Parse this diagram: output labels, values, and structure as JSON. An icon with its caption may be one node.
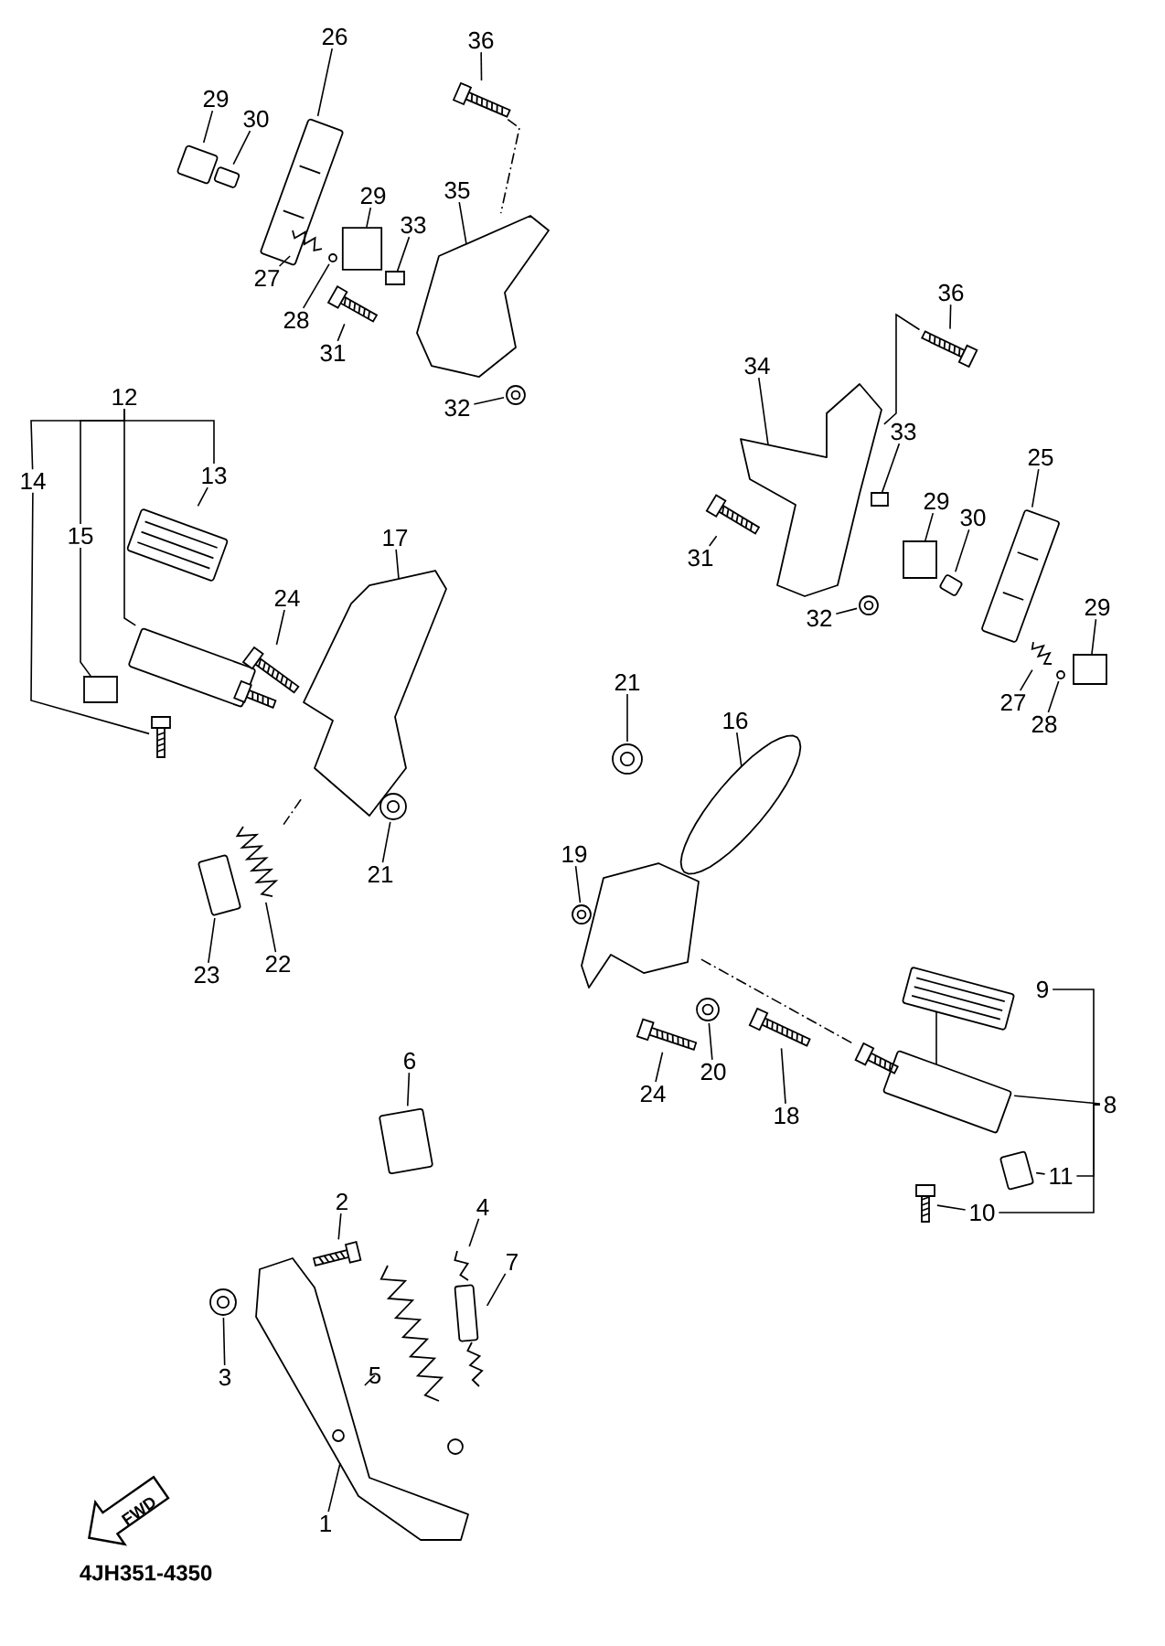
{
  "diagram": {
    "nodes": [
      {
        "text": [
          "26"
        ]
      },
      {
        "text": [
          "29"
        ]
      },
      {
        "text": [
          "30"
        ]
      },
      {
        "text": [
          "36"
        ]
      },
      {
        "text": [
          "29"
        ]
      },
      {
        "text": [
          "35"
        ]
      },
      {
        "text": [
          "33"
        ]
      },
      {
        "text": [
          "27"
        ]
      },
      {
        "text": [
          "28"
        ]
      },
      {
        "text": [
          "31"
        ]
      },
      {
        "text": [
          "32"
        ]
      },
      {
        "text": [
          "36"
        ]
      },
      {
        "text": [
          "34"
        ]
      },
      {
        "text": [
          "33"
        ]
      },
      {
        "text": [
          "31"
        ]
      },
      {
        "text": [
          "29"
        ]
      },
      {
        "text": [
          "30"
        ]
      },
      {
        "text": [
          "25"
        ]
      },
      {
        "text": [
          "29"
        ]
      },
      {
        "text": [
          "27"
        ]
      },
      {
        "text": [
          "28"
        ]
      },
      {
        "text": [
          "32"
        ]
      },
      {
        "text": [
          "12"
        ]
      },
      {
        "text": [
          "14"
        ]
      },
      {
        "text": [
          "13"
        ]
      },
      {
        "text": [
          "15"
        ]
      },
      {
        "text": [
          "17"
        ]
      },
      {
        "text": [
          "24"
        ]
      },
      {
        "text": [
          "21"
        ]
      },
      {
        "text": [
          "23"
        ]
      },
      {
        "text": [
          "22"
        ]
      },
      {
        "text": [
          "21"
        ]
      },
      {
        "text": [
          "16"
        ]
      },
      {
        "text": [
          "19"
        ]
      },
      {
        "text": [
          "24"
        ]
      },
      {
        "text": [
          "20"
        ]
      },
      {
        "text": [
          "18"
        ]
      },
      {
        "text": [
          "9"
        ]
      },
      {
        "text": [
          "8"
        ]
      },
      {
        "text": [
          "11"
        ]
      },
      {
        "text": [
          "10"
        ]
      },
      {
        "text": [
          "6"
        ]
      },
      {
        "text": [
          "2"
        ]
      },
      {
        "text": [
          "4"
        ]
      },
      {
        "text": [
          "7"
        ]
      },
      {
        "text": [
          "5"
        ]
      },
      {
        "text": [
          "3"
        ]
      },
      {
        "text": [
          "1"
        ]
      },
      {
        "text": [],
        "shape": "picture"
      },
      {
        "text": [],
        "shape": "picture"
      },
      {
        "text": [],
        "shape": "picture"
      },
      {
        "text": [],
        "shape": "picture"
      },
      {
        "text": [],
        "shape": "box"
      },
      {
        "text": [],
        "shape": "picture"
      },
      {
        "text": [],
        "shape": "box"
      },
      {
        "text": [],
        "shape": "picture"
      },
      {
        "text": [],
        "shape": "picture"
      },
      {
        "text": [],
        "shape": "picture"
      },
      {
        "text": [],
        "shape": "picture"
      },
      {
        "text": [],
        "shape": "picture"
      },
      {
        "text": [],
        "shape": "picture"
      },
      {
        "text": [],
        "shape": "box"
      },
      {
        "text": [],
        "shape": "picture"
      },
      {
        "text": [],
        "shape": "box"
      },
      {
        "text": [],
        "shape": "picture"
      },
      {
        "text": [],
        "shape": "picture"
      },
      {
        "text": [],
        "shape": "box"
      },
      {
        "text": [],
        "shape": "picture"
      },
      {
        "text": [],
        "shape": "picture"
      },
      {
        "text": [],
        "shape": "picture"
      },
      {
        "text": [],
        "shape": "picture"
      },
      {
        "text": [],
        "shape": "picture"
      },
      {
        "text": [],
        "shape": "picture"
      },
      {
        "text": [],
        "shape": "picture"
      },
      {
        "text": [],
        "shape": "box"
      },
      {
        "text": [],
        "shape": "picture"
      },
      {
        "text": [],
        "shape": "picture"
      },
      {
        "text": [],
        "shape": "picture"
      },
      {
        "text": [],
        "shape": "picture"
      },
      {
        "text": [],
        "shape": "picture"
      },
      {
        "text": [],
        "shape": "picture"
      },
      {
        "text": [],
        "shape": "picture"
      },
      {
        "text": [],
        "shape": "picture"
      },
      {
        "text": [],
        "shape": "picture"
      },
      {
        "text": [],
        "shape": "picture"
      },
      {
        "text": [],
        "shape": "picture"
      },
      {
        "text": [],
        "shape": "picture"
      },
      {
        "text": [],
        "shape": "picture"
      },
      {
        "text": [],
        "shape": "picture"
      },
      {
        "text": [],
        "shape": "picture"
      },
      {
        "text": [],
        "shape": "picture"
      },
      {
        "text": [],
        "shape": "picture"
      },
      {
        "text": [],
        "shape": "picture"
      },
      {
        "text": [],
        "shape": "picture"
      },
      {
        "text": [],
        "shape": "picture"
      },
      {
        "text": [],
        "shape": "picture"
      },
      {
        "text": [],
        "shape": "picture"
      }
    ],
    "edges": [
      {
        "from": 0,
        "to": 50,
        "arrow": "none"
      },
      {
        "from": 1,
        "to": 48,
        "arrow": "none"
      },
      {
        "from": 2,
        "to": 49,
        "arrow": "none"
      },
      {
        "from": 3,
        "to": 51,
        "arrow": "none"
      },
      {
        "from": 4,
        "to": 52,
        "arrow": "none"
      },
      {
        "from": 5,
        "to": 53,
        "arrow": "none"
      },
      {
        "from": 6,
        "to": 54,
        "arrow": "none"
      },
      {
        "from": 7,
        "to": 55,
        "arrow": "none"
      },
      {
        "from": 8,
        "to": 56,
        "arrow": "none"
      },
      {
        "from": 9,
        "to": 57,
        "arrow": "none"
      },
      {
        "from": 10,
        "to": 58,
        "arrow": "none"
      },
      {
        "from": 11,
        "to": 59,
        "arrow": "none"
      },
      {
        "from": 12,
        "to": 60,
        "arrow": "none"
      },
      {
        "from": 13,
        "to": 61,
        "arrow": "none"
      },
      {
        "from": 14,
        "to": 62,
        "arrow": "none"
      },
      {
        "from": 15,
        "to": 63,
        "arrow": "none"
      },
      {
        "from": 16,
        "to": 64,
        "arrow": "none"
      },
      {
        "from": 17,
        "to": 65,
        "arrow": "none"
      },
      {
        "from": 18,
        "to": 66,
        "arrow": "none"
      },
      {
        "from": 19,
        "to": 67,
        "arrow": "none"
      },
      {
        "from": 20,
        "to": 68,
        "arrow": "none"
      },
      {
        "from": 21,
        "to": 69,
        "arrow": "none"
      },
      {
        "from": 22,
        "to": 24,
        "arrow": "none"
      },
      {
        "from": 22,
        "to": 23,
        "arrow": "none"
      },
      {
        "from": 22,
        "to": 25,
        "arrow": "none"
      },
      {
        "from": 22,
        "to": 72,
        "arrow": "none"
      },
      {
        "from": 23,
        "to": 75,
        "arrow": "none"
      },
      {
        "from": 24,
        "to": 70,
        "arrow": "none"
      },
      {
        "from": 25,
        "to": 74,
        "arrow": "none"
      },
      {
        "from": 26,
        "to": 71,
        "arrow": "none"
      },
      {
        "from": 27,
        "to": 73,
        "arrow": "none"
      },
      {
        "from": 28,
        "to": 76,
        "arrow": "none"
      },
      {
        "from": 29,
        "to": 78,
        "arrow": "none"
      },
      {
        "from": 30,
        "to": 77,
        "arrow": "none"
      },
      {
        "from": 31,
        "to": 79,
        "arrow": "none"
      },
      {
        "from": 32,
        "to": 80,
        "arrow": "none"
      },
      {
        "from": 33,
        "to": 81,
        "arrow": "none"
      },
      {
        "from": 34,
        "to": 82,
        "arrow": "none"
      },
      {
        "from": 35,
        "to": 83,
        "arrow": "none"
      },
      {
        "from": 36,
        "to": 84,
        "arrow": "none"
      },
      {
        "from": 37,
        "to": 38,
        "arrow": "none"
      },
      {
        "from": 39,
        "to": 38,
        "arrow": "none"
      },
      {
        "from": 40,
        "to": 38,
        "arrow": "none"
      },
      {
        "from": 38,
        "to": 86,
        "arrow": "none"
      },
      {
        "from": 39,
        "to": 87,
        "arrow": "none"
      },
      {
        "from": 40,
        "to": 88,
        "arrow": "none"
      },
      {
        "from": 41,
        "to": 89,
        "arrow": "none"
      },
      {
        "from": 42,
        "to": 90,
        "arrow": "none"
      },
      {
        "from": 43,
        "to": 95,
        "arrow": "none"
      },
      {
        "from": 44,
        "to": 94,
        "arrow": "none"
      },
      {
        "from": 45,
        "to": 93,
        "arrow": "none"
      },
      {
        "from": 46,
        "to": 91,
        "arrow": "none"
      },
      {
        "from": 47,
        "to": 92,
        "arrow": "none"
      },
      {
        "from": 51,
        "to": 53,
        "arrow": "none",
        "style": "dashed"
      },
      {
        "from": 59,
        "to": 60,
        "arrow": "none"
      },
      {
        "from": 71,
        "to": 77,
        "arrow": "none",
        "style": "dashed"
      },
      {
        "from": 96,
        "to": 86,
        "arrow": "none",
        "style": "dashed"
      },
      {
        "from": 85,
        "to": 86,
        "arrow": "none"
      }
    ],
    "labels": [
      "FWD",
      "4JH351-4350"
    ]
  }
}
